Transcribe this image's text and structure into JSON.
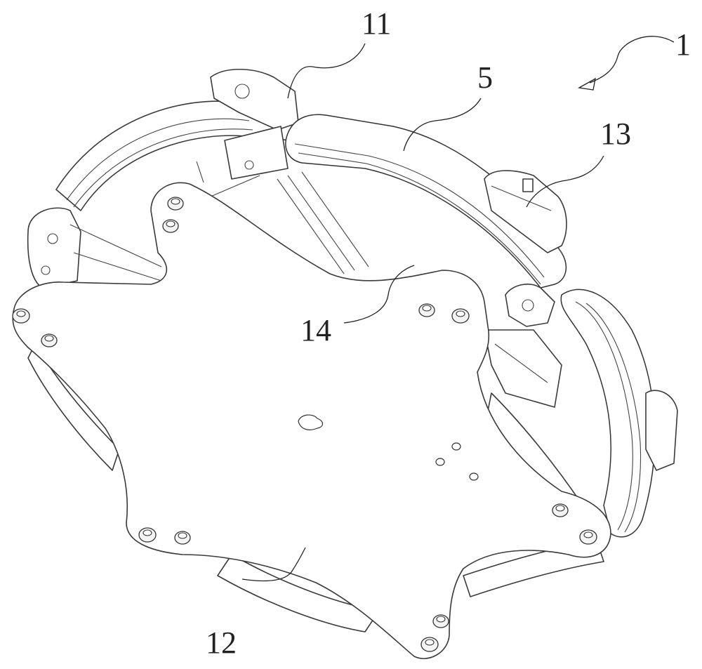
{
  "labels": {
    "assembly": "1",
    "part_5": "5",
    "part_11": "11",
    "part_12": "12",
    "part_13": "13",
    "part_14": "14"
  },
  "colors": {
    "line": "#3a3a3a",
    "background": "#ffffff"
  }
}
